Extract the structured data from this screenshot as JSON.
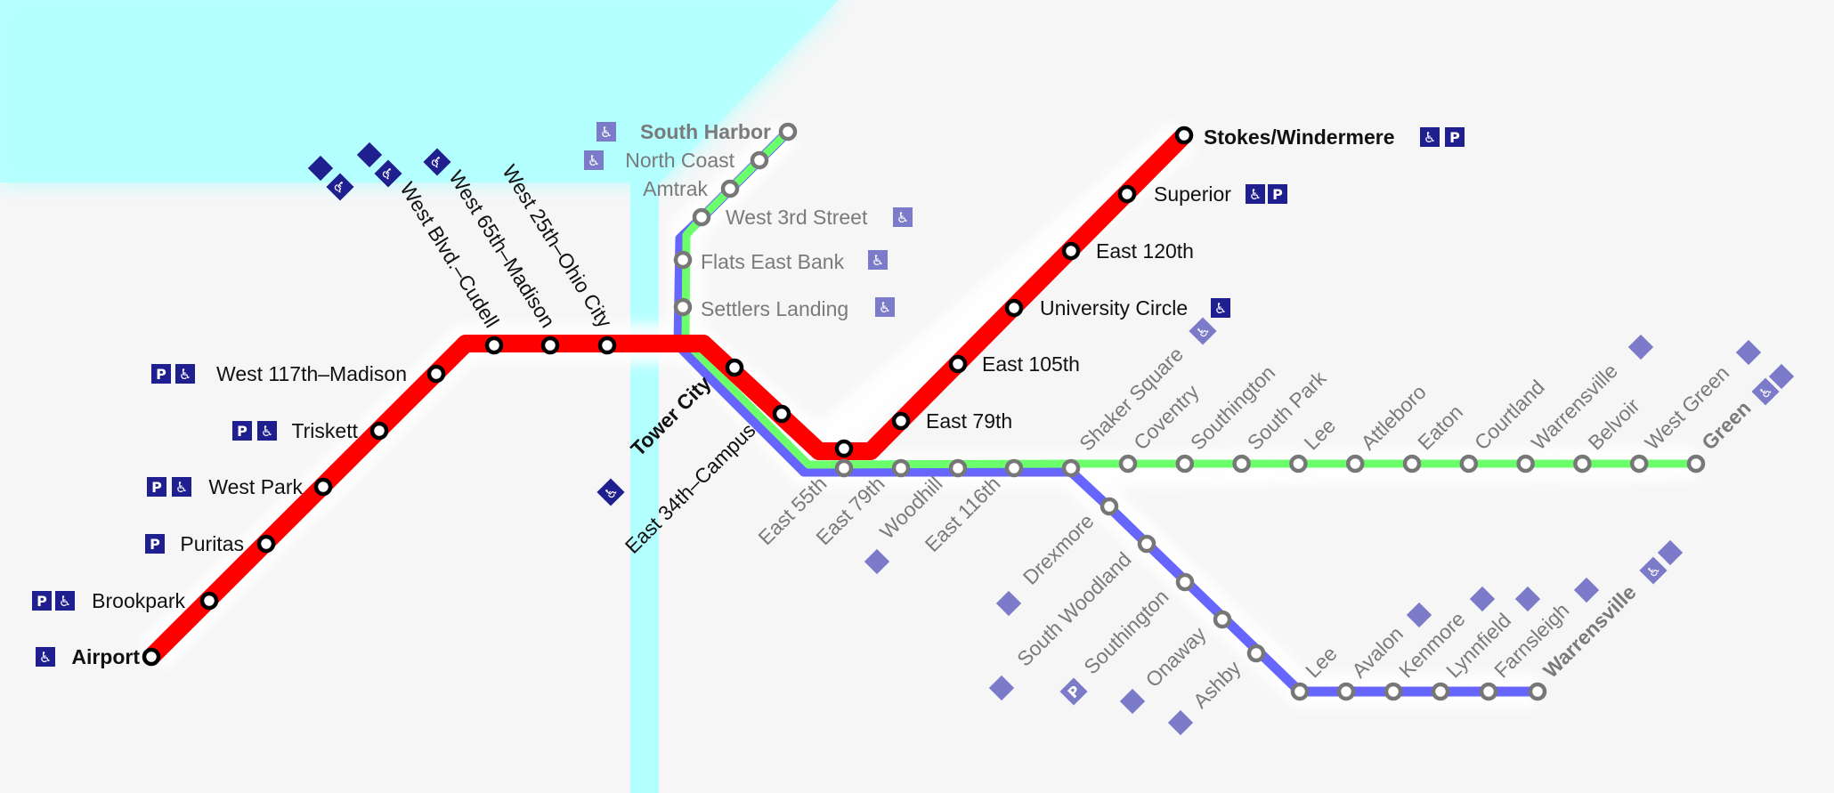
{
  "colors": {
    "red_line": "#ff0000",
    "green_line": "#6cff6c",
    "blue_line": "#6666ff",
    "water": "#b3ffff",
    "land": "#f6f6f6",
    "icon_dark": "#1f1f8f",
    "icon_light": "#7b7bc9"
  },
  "icon_names": {
    "accessible": "wheelchair-icon",
    "parking": "parking-icon",
    "diamond": "diamond-icon"
  },
  "red_line": {
    "stations": [
      {
        "name": "Airport",
        "terminus": true
      },
      {
        "name": "Brookpark"
      },
      {
        "name": "Puritas"
      },
      {
        "name": "West Park"
      },
      {
        "name": "Triskett"
      },
      {
        "name": "West 117th–Madison"
      },
      {
        "name": "West Blvd.–Cudell"
      },
      {
        "name": "West 65th–Madison"
      },
      {
        "name": "West 25th–Ohio City"
      },
      {
        "name": "Tower City",
        "terminus": true
      },
      {
        "name": "East 34th–Campus"
      },
      {
        "name": "East 55th"
      },
      {
        "name": "East 79th"
      },
      {
        "name": "East 105th"
      },
      {
        "name": "University Circle"
      },
      {
        "name": "East 120th"
      },
      {
        "name": "Superior"
      },
      {
        "name": "Stokes/Windermere",
        "terminus": true
      }
    ]
  },
  "waterfront_line": {
    "stations": [
      {
        "name": "South Harbor",
        "terminus": true
      },
      {
        "name": "North Coast"
      },
      {
        "name": "Amtrak"
      },
      {
        "name": "West 3rd Street"
      },
      {
        "name": "Flats East Bank"
      },
      {
        "name": "Settlers Landing"
      }
    ]
  },
  "shaker_trunk": {
    "stations": [
      {
        "name": "East 55th"
      },
      {
        "name": "East 79th"
      },
      {
        "name": "Woodhill"
      },
      {
        "name": "East 116th"
      },
      {
        "name": "Shaker Square"
      }
    ]
  },
  "green_line": {
    "stations": [
      {
        "name": "Coventry"
      },
      {
        "name": "Southington"
      },
      {
        "name": "South Park"
      },
      {
        "name": "Lee"
      },
      {
        "name": "Attleboro"
      },
      {
        "name": "Eaton"
      },
      {
        "name": "Courtland"
      },
      {
        "name": "Warrensville"
      },
      {
        "name": "Belvoir"
      },
      {
        "name": "West Green"
      },
      {
        "name": "Green",
        "terminus": true
      }
    ]
  },
  "blue_line": {
    "stations": [
      {
        "name": "Drexmore"
      },
      {
        "name": "South Woodland"
      },
      {
        "name": "Southington"
      },
      {
        "name": "Onaway"
      },
      {
        "name": "Ashby"
      },
      {
        "name": "Lee"
      },
      {
        "name": "Avalon"
      },
      {
        "name": "Kenmore"
      },
      {
        "name": "Lynnfield"
      },
      {
        "name": "Farnsleigh"
      },
      {
        "name": "Warrensville",
        "terminus": true
      }
    ]
  },
  "icon_glyphs": {
    "wheelchair": "♿",
    "parking": "P"
  }
}
